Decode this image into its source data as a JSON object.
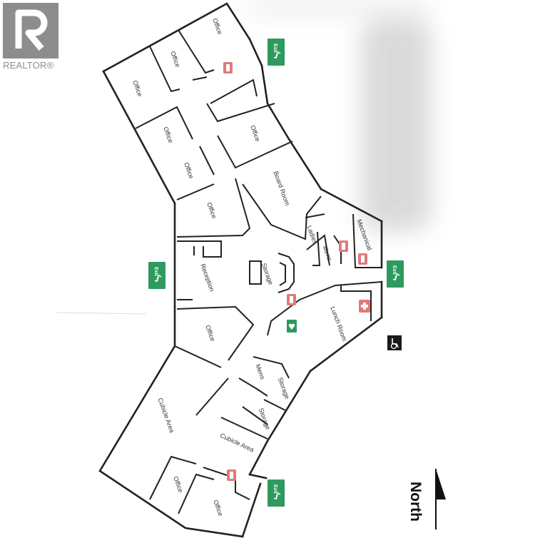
{
  "watermark": {
    "brand": "REALTOR®"
  },
  "rooms": {
    "office_top": "Office",
    "office_left_top": "Office",
    "office_far_left": "Office",
    "office_right_wing": "Office",
    "office_mid_a": "Office",
    "office_mid_b": "Office",
    "office_center": "Office",
    "board_room": "Board Room",
    "mechanical": "Mechanical",
    "ladies": "Ladies",
    "mens_top": "Mens",
    "reception": "Reception",
    "storage_center": "Storage",
    "lunch_room": "Lunch Room",
    "office_lower": "Office",
    "mens_bottom": "Mens",
    "storage_bottom_a": "Storage",
    "storage_bottom_b": "Storage",
    "cubicle_area_large": "Cubicle Area",
    "cubicle_area_small": "Cubicle Area",
    "office_bottom_a": "Office",
    "office_bottom_b": "Office"
  },
  "signs": {
    "exit": "Exit"
  },
  "compass": {
    "north": "North"
  },
  "colors": {
    "exit_sign": "#2e9a5e",
    "extinguisher": "#e07a7a",
    "walls": "#222222"
  },
  "icons": {
    "exit_sign": "exit-running-man-icon",
    "extinguisher": "fire-extinguisher-icon",
    "first_aid": "first-aid-icon",
    "aed": "aed-heart-icon",
    "accessibility": "wheelchair-access-icon",
    "north_arrow": "north-arrow-icon"
  }
}
